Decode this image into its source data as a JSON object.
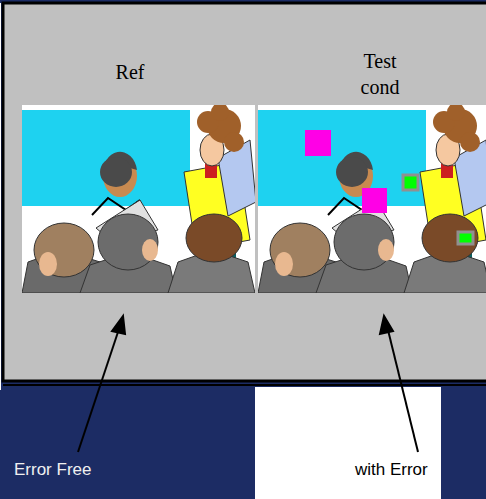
{
  "diagram": {
    "labels": [
      "Ref",
      "Test cond",
      "Error Free",
      "with Error"
    ]
  }
}
